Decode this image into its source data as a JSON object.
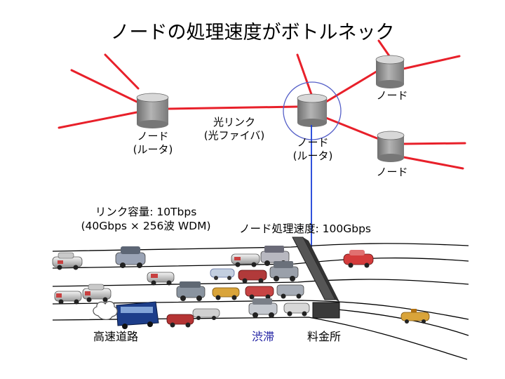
{
  "title": "ノードの処理速度がボトルネック",
  "nodes": {
    "left_line1": "ノード",
    "left_line2": "(ルータ)",
    "center_line1": "ノード",
    "center_line2": "(ルータ)",
    "top_right": "ノード",
    "bottom_right": "ノード"
  },
  "fiber_line1": "光リンク",
  "fiber_line2": "(光ファイバ)",
  "link_capacity_line1": "リンク容量: 10Tbps",
  "link_capacity_line2": "(40Gbps × 256波 WDM)",
  "node_speed": "ノード処理速度: 100Gbps",
  "highway_label": "高速道路",
  "jam_label": "渋滞",
  "tollgate_label": "料金所",
  "colors": {
    "link": "#e8202a",
    "pointer": "#1a3fd8",
    "circle": "#5560c8",
    "jam_text": "#1a1aa0"
  }
}
